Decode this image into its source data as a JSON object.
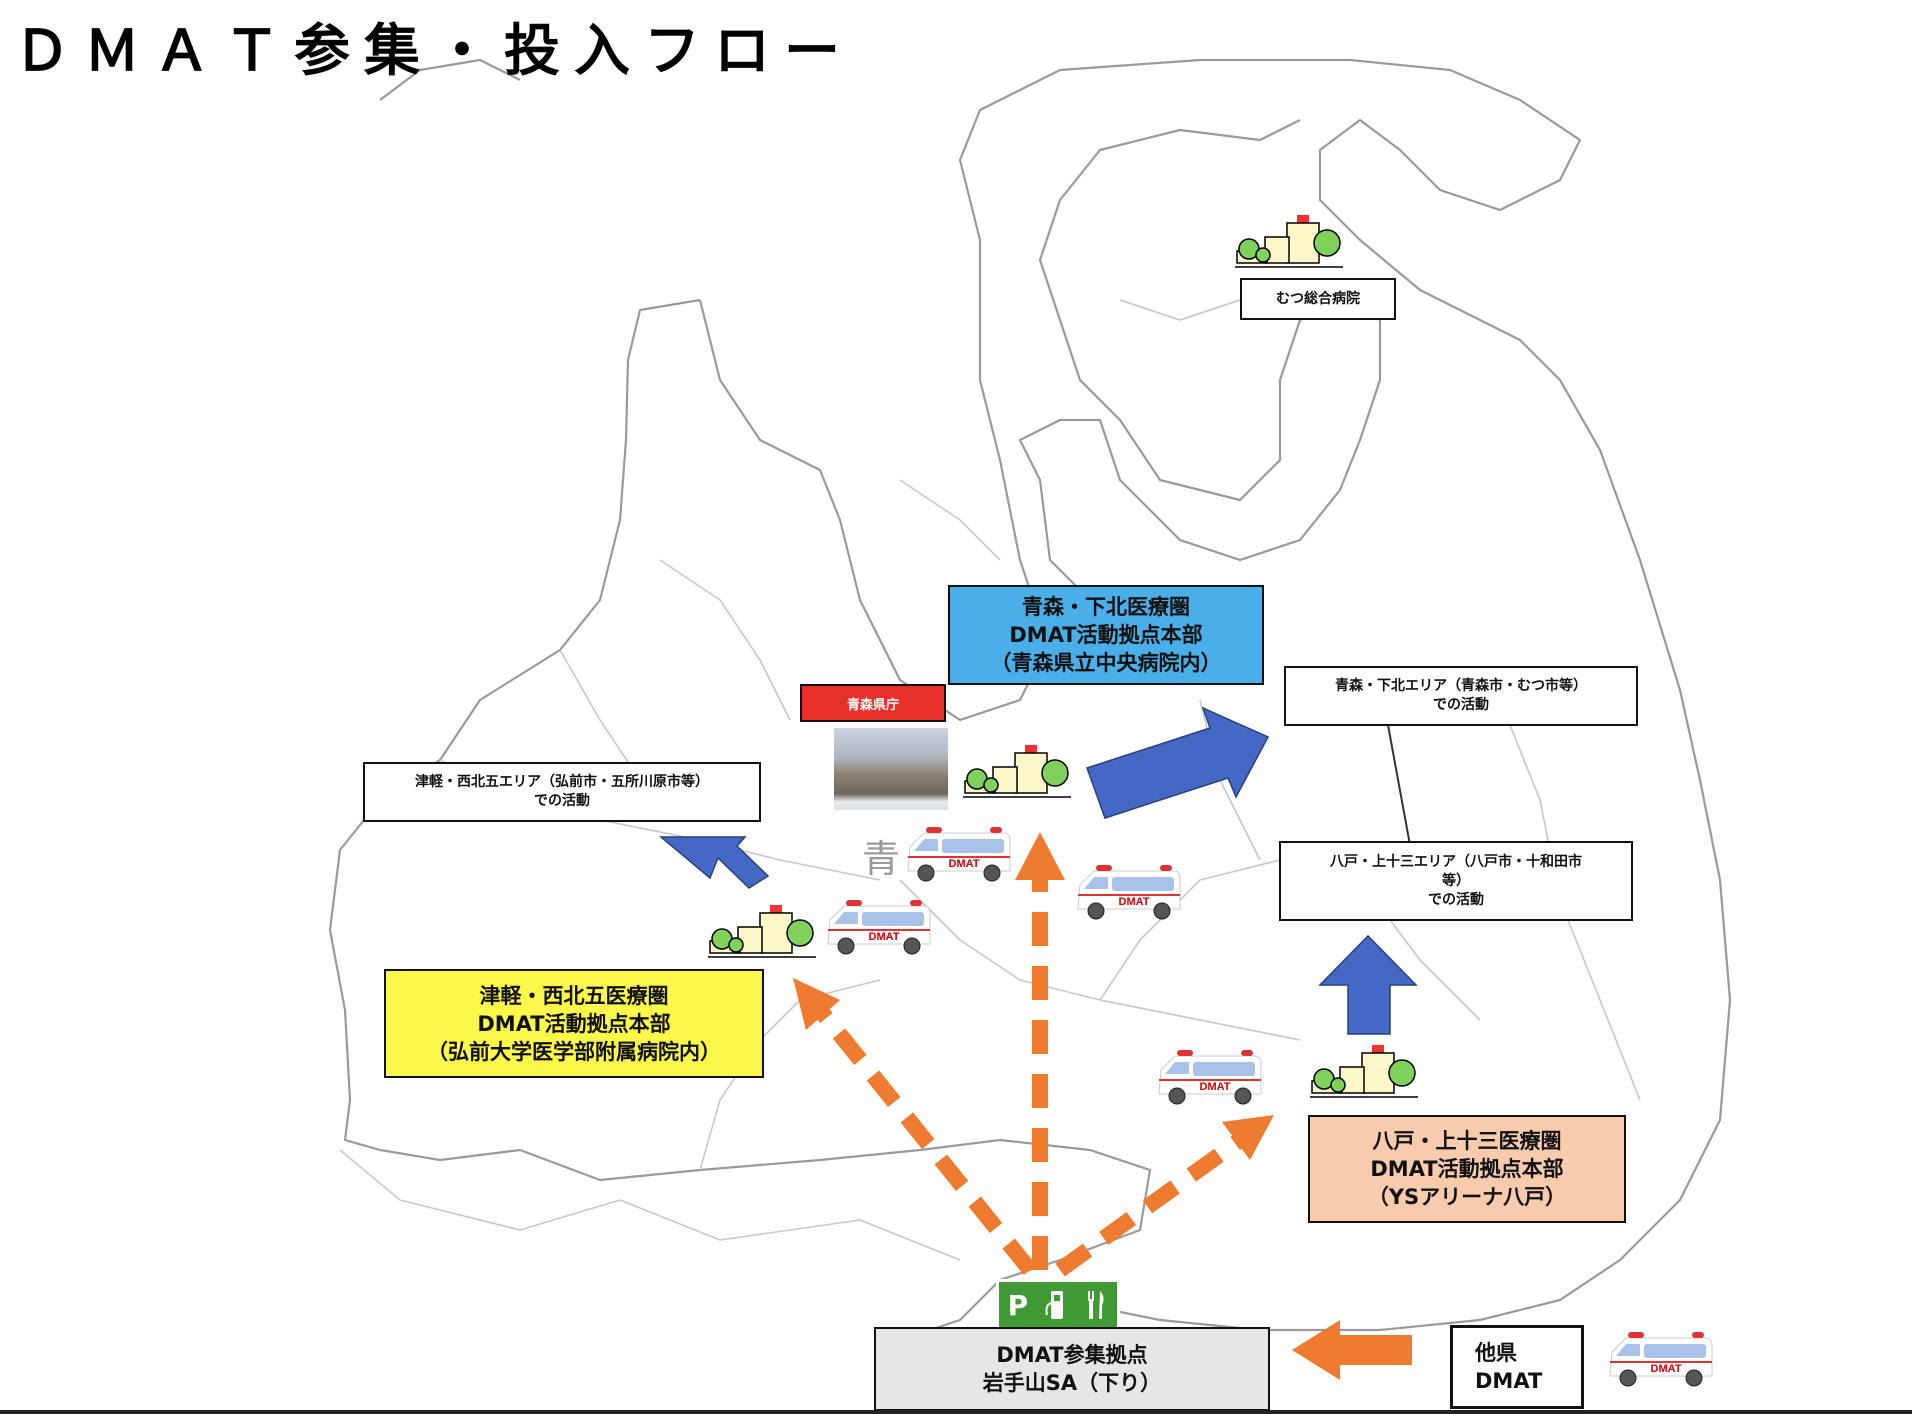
{
  "title": "ＤＭＡＴ参集・投入フロー",
  "labels": {
    "mutsu_hospital": "むつ総合病院",
    "aomori_pref_office": "青森県庁",
    "map_label_aomori": "青",
    "aomori_shimokita_hq": "青森・下北医療圏\nDMAT活動拠点本部\n（青森県立中央病院内）",
    "aomori_shimokita_area": "青森・下北エリア（青森市・むつ市等）\nでの活動",
    "tsugaru_area": "津軽・西北五エリア（弘前市・五所川原市等）\nでの活動",
    "hachinohe_area": "八戸・上十三エリア（八戸市・十和田市\n等）\nでの活動",
    "tsugaru_hq": "津軽・西北五医療圏\nDMAT活動拠点本部\n（弘前大学医学部附属病院内）",
    "hachinohe_hq": "八戸・上十三医療圏\nDMAT活動拠点本部\n（YSアリーナ八戸）",
    "staging_point": "DMAT参集拠点\n岩手山SA（下り）",
    "other_pref_dmat": "他県\nDMAT",
    "ambulance_text": "DMAT",
    "pa_sign_p": "P"
  },
  "colors": {
    "blue_hq": "#4aaee8",
    "yellow_hq": "#fbf84a",
    "peach_hq": "#f8cbad",
    "gray_box": "#e6e6e6",
    "red_label": "#e8302a",
    "blue_arrow": "#4468c4",
    "orange_arrow": "#ee7b30",
    "pa_green": "#3f9a35"
  }
}
